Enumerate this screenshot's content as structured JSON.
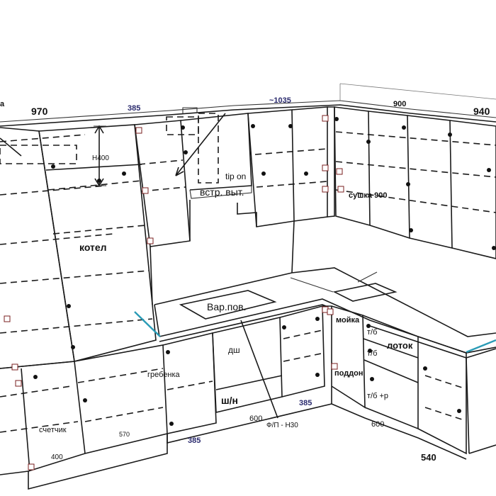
{
  "labels": {
    "a": "a",
    "d970": "970",
    "d385_top": "385",
    "d1035": "~1035",
    "d900": "900",
    "d940": "940",
    "h400": "H400",
    "tip_on": "tip on",
    "hood": "встр. выт.",
    "dryer": "сушка 900",
    "boiler": "котел",
    "hob": "Вар.пов.",
    "sink": "мойка",
    "tb1": "т/б",
    "tray": "лоток",
    "tb2": "т/б",
    "tb3": "т/б +р",
    "dw": "дш",
    "comb": "гребенка",
    "pallet": "поддон",
    "shn": "ш/н",
    "d385_mid": "385",
    "d600_a": "600",
    "fp": "Ф/П - Н30",
    "d600_b": "600",
    "meter": "счетчик",
    "d570": "570",
    "d385_bot": "385",
    "d400": "400",
    "d540": "540"
  }
}
